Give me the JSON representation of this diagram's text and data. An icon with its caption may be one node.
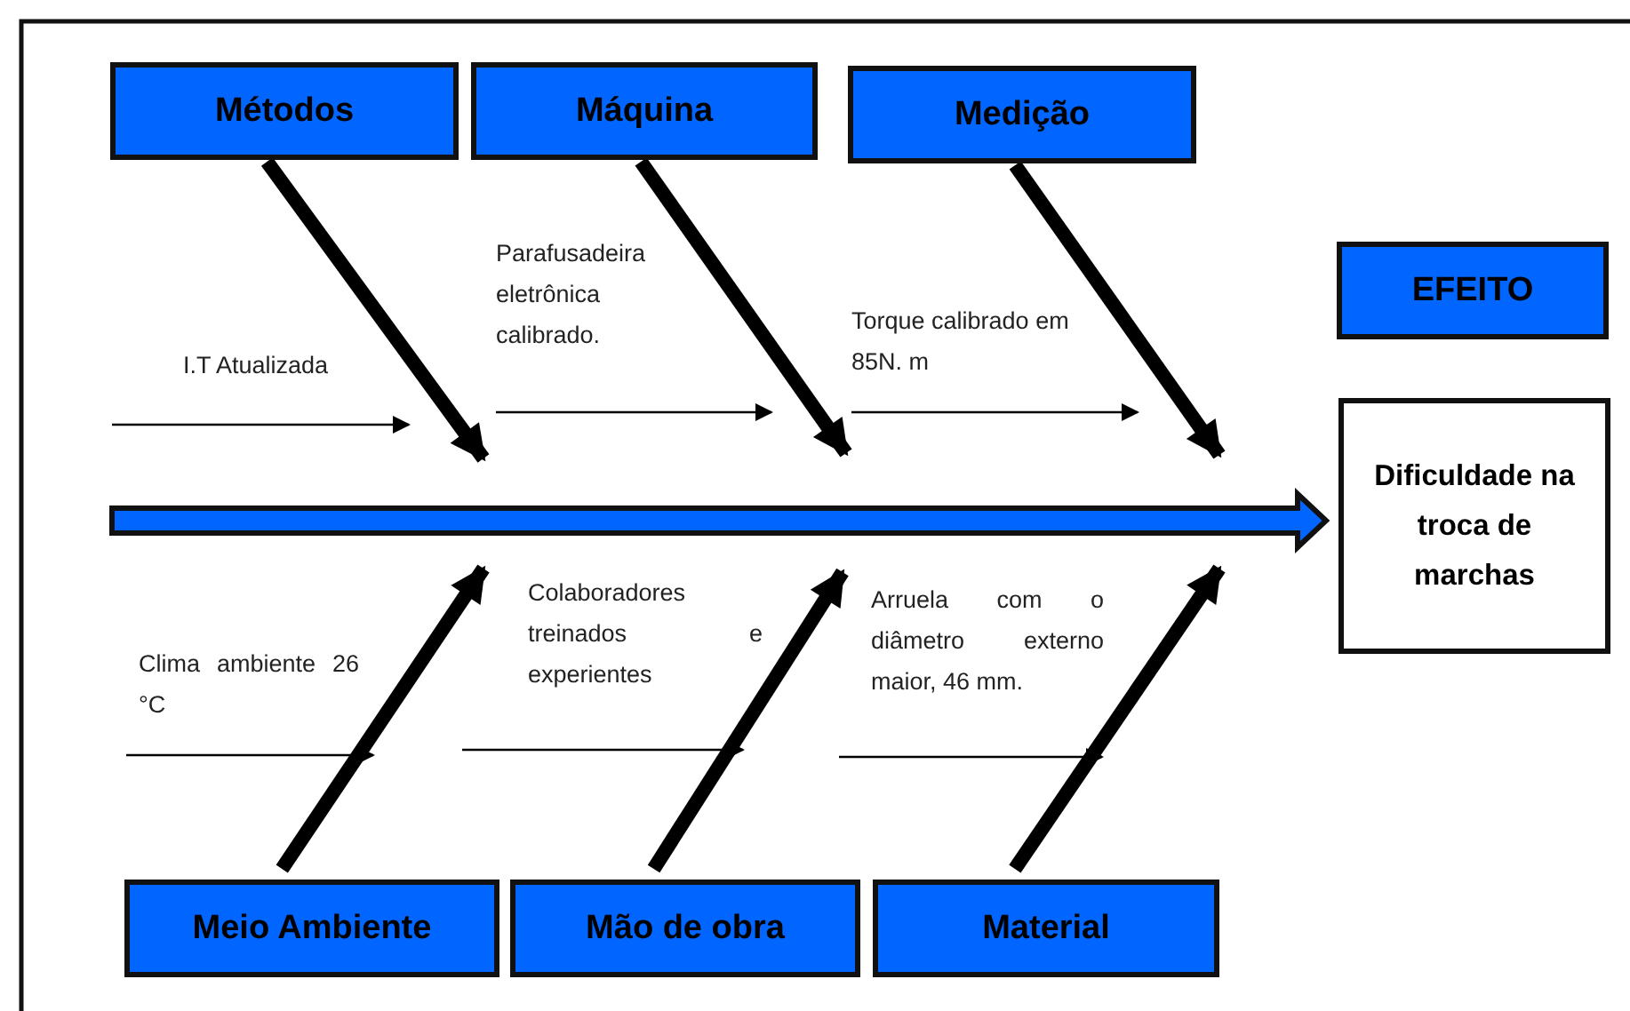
{
  "diagram": {
    "nodes": [
      {
        "text": [
          "Métodos"
        ]
      },
      {
        "text": [
          "Máquina"
        ]
      },
      {
        "text": [
          "Medição"
        ]
      },
      {
        "text": [
          "EFEITO"
        ]
      },
      {
        "text": [
          "Dificuldade na troca de marchas"
        ]
      },
      {
        "text": [
          "Meio Ambiente"
        ]
      },
      {
        "text": [
          "Mão de obra"
        ]
      },
      {
        "text": [
          "Material"
        ]
      }
    ],
    "edges": [
      {
        "from": 0,
        "to": null,
        "arrow": "to"
      },
      {
        "from": 1,
        "to": null,
        "arrow": "to"
      },
      {
        "from": 2,
        "to": null,
        "arrow": "to"
      },
      {
        "from": 5,
        "to": null,
        "arrow": "to"
      },
      {
        "from": 6,
        "to": null,
        "arrow": "to"
      },
      {
        "from": 7,
        "to": null,
        "arrow": "to"
      },
      {
        "from": null,
        "to": 4,
        "arrow": "to",
        "style": "thick",
        "color": "#0066ff"
      }
    ],
    "labels": [
      "I.T Atualizada",
      "Parafusadeira eletrônica calibrado.",
      "Torque calibrado em 85N. m",
      "Clima ambiente 26 °C",
      "Colaboradores treinados e experientes",
      "Arruela com o diâmetro externo maior, 46 mm."
    ]
  }
}
